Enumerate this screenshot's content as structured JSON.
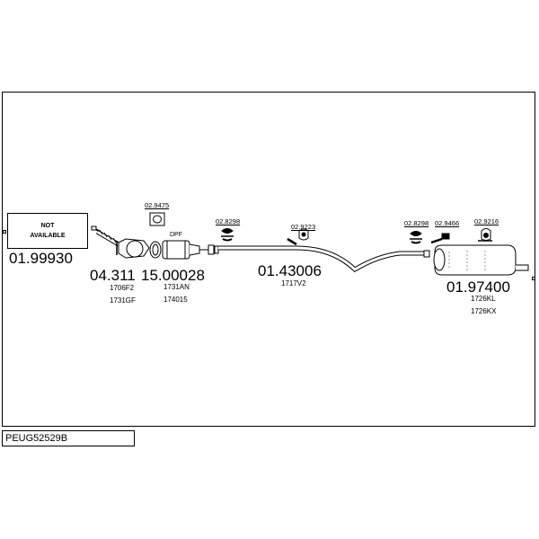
{
  "not_available_label": "NOT\nAVAILABLE",
  "parts": [
    {
      "number": "01.99930",
      "refs": []
    },
    {
      "number": "04.311",
      "refs": [
        "1706F2",
        "1731GF"
      ]
    },
    {
      "number": "15.00028",
      "refs": [
        "1731AN",
        "174015"
      ]
    },
    {
      "number": "01.43006",
      "refs": [
        "1717V2"
      ]
    },
    {
      "number": "01.97400",
      "refs": [
        "1726KL",
        "1726KX"
      ]
    }
  ],
  "accessories": [
    "02.9475",
    "02.8298",
    "02.9223",
    "02.8298",
    "02.9466",
    "02.9216"
  ],
  "dpf_label": "DPF",
  "model_code": "PEUG52529B"
}
